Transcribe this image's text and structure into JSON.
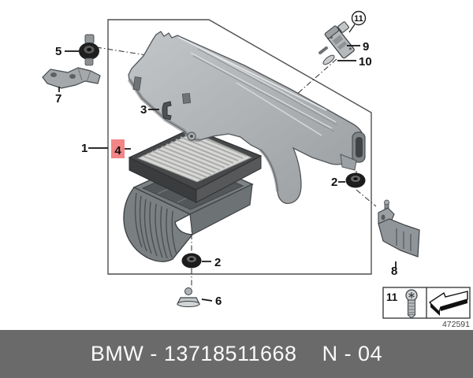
{
  "diagram": {
    "callouts": {
      "c1": "1",
      "c2": "2",
      "c3": "3",
      "c4": "4",
      "c5": "5",
      "c6": "6",
      "c7": "7",
      "c8": "8",
      "c9": "9",
      "c10": "10",
      "c11": "11"
    },
    "highlight": {
      "selected_callout": "4",
      "fill": "#f28585",
      "text_color": "#b22222"
    },
    "box_outline_color": "#4f4f4f"
  },
  "legend": {
    "item_number": "11",
    "drawing_number": "472591"
  },
  "footer": {
    "part_number": "BMW - 13718511668",
    "revision": "N - 04",
    "bar_color": "#6a6a6a"
  }
}
